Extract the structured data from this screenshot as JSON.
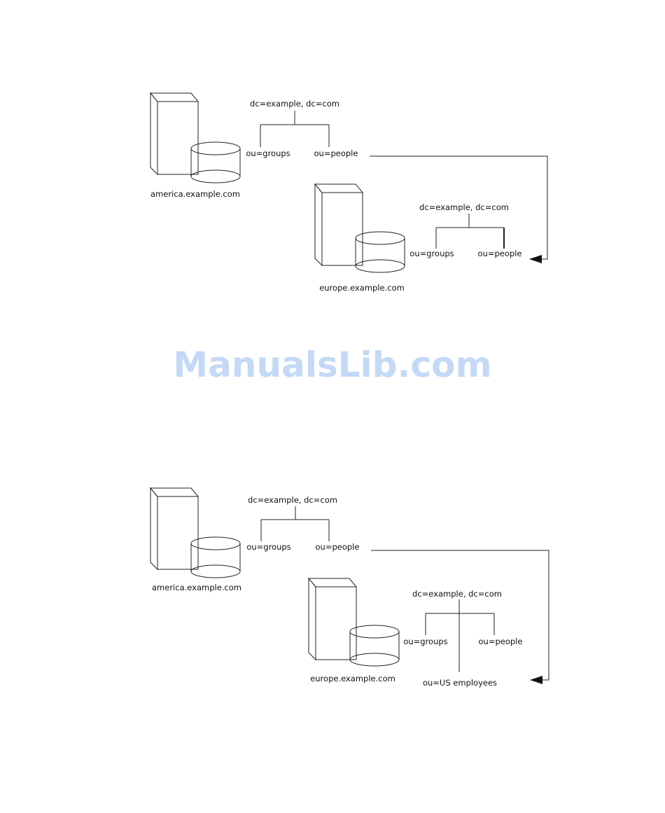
{
  "diagram1": {
    "server_a": {
      "host": "america.example.com",
      "root": "dc=example, dc=com",
      "children": [
        "ou=groups",
        "ou=people"
      ]
    },
    "server_b": {
      "host": "europe.example.com",
      "root": "dc=example, dc=com",
      "children": [
        "ou=groups",
        "ou=people"
      ]
    }
  },
  "diagram2": {
    "server_a": {
      "host": "america.example.com",
      "root": "dc=example, dc=com",
      "children": [
        "ou=groups",
        "ou=people"
      ]
    },
    "server_b": {
      "host": "europe.example.com",
      "root": "dc=example, dc=com",
      "children": [
        "ou=groups",
        "ou=people",
        "ou=US employees"
      ]
    }
  },
  "watermark": "ManualsLib.com"
}
